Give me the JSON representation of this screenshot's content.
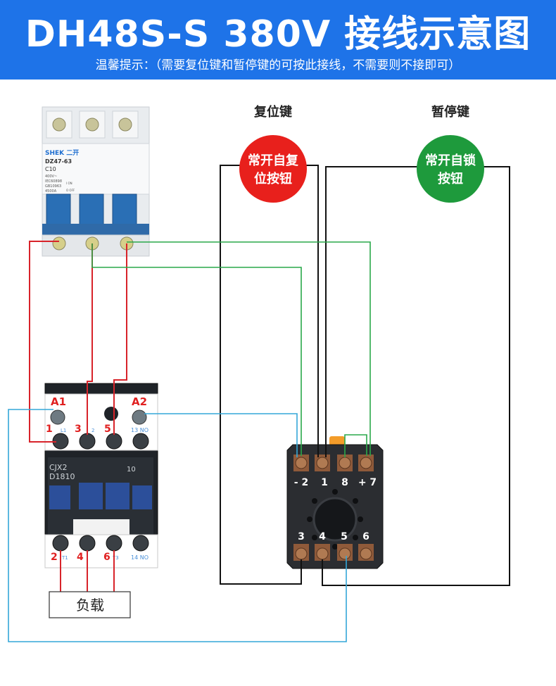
{
  "header": {
    "title": "DH48S-S 380V 接线示意图",
    "subtitle": "温馨提示：（需要复位键和暂停键的可按此接线，不需要则不接即可）"
  },
  "labels": {
    "reset_key": "复位键",
    "pause_key": "暂停键",
    "reset_button_line1": "常开自复",
    "reset_button_line2": "位按钮",
    "pause_button_line1": "常开自锁",
    "pause_button_line2": "按钮",
    "load": "负载"
  },
  "breaker": {
    "brand": "SHEK 二开",
    "model": "DZ47-63",
    "rating": "C10",
    "voltage": "400V~",
    "std1": "IEC60898",
    "std2": "GB10963",
    "capacity": "4500A",
    "on": "I ON",
    "off": "O OFF"
  },
  "contactor": {
    "model_line1": "CJX2",
    "model_line2": "D1810",
    "aux": "10",
    "coil_a1": "A1",
    "coil_a2": "A2",
    "in_1": "1",
    "in_3": "3",
    "in_5": "5",
    "out_2": "2",
    "out_4": "4",
    "out_6": "6",
    "l1": "L1",
    "t1": "T1",
    "t3": "T3",
    "no13": "13 NO",
    "no14": "14 NO",
    "num2": "2"
  },
  "relay": {
    "top_terminals": [
      "- 2",
      "1",
      "8",
      "+ 7"
    ],
    "bottom_terminals": [
      "3",
      "4",
      "5",
      "6"
    ]
  },
  "colors": {
    "banner": "#1e73e8",
    "red_wire": "#d8232a",
    "green_wire": "#2aa84a",
    "blue_wire": "#34a7d8",
    "black_wire": "#111111",
    "reset_button": "#e8201c",
    "pause_button": "#1e9a3c"
  }
}
